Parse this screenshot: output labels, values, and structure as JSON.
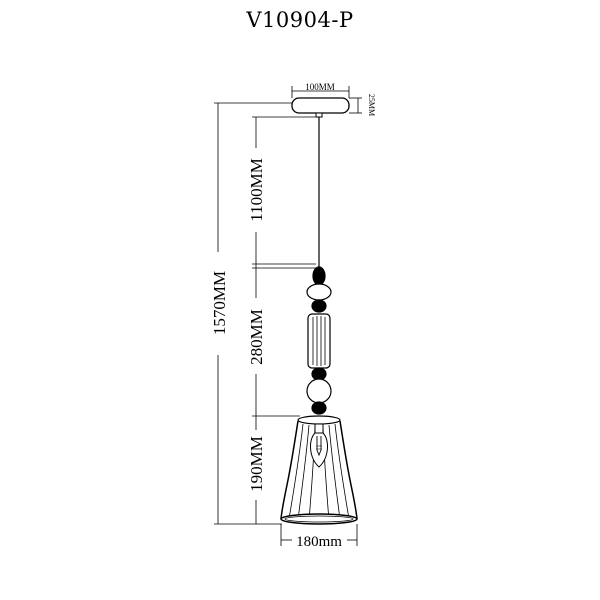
{
  "title": "V10904-P",
  "dimensions": {
    "canopy_width": "100MM",
    "canopy_height": "25MM",
    "total_height": "1570MM",
    "cord_length": "1100MM",
    "body_length": "280MM",
    "shade_height": "190MM",
    "shade_diameter": "180mm"
  },
  "colors": {
    "line": "#000000",
    "background": "#ffffff"
  }
}
